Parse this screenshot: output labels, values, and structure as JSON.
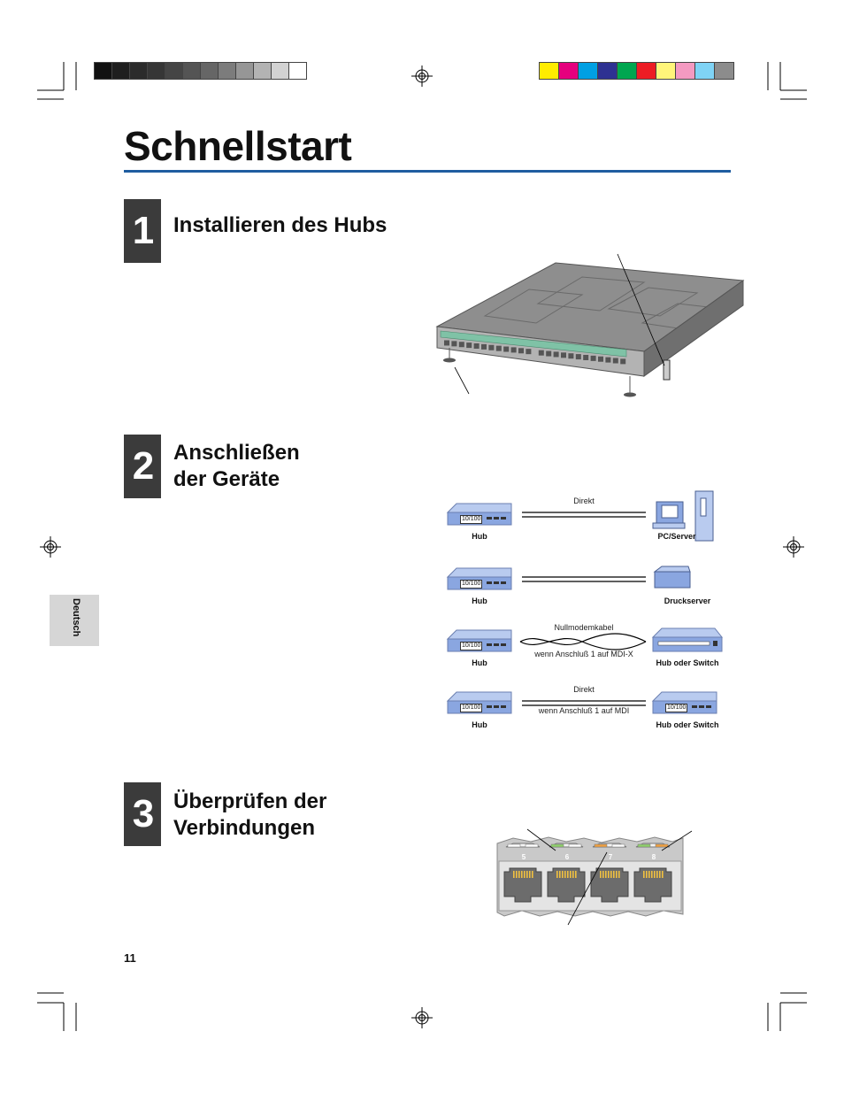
{
  "page": {
    "title": "Schnellstart",
    "page_number": "11",
    "language_tab": "Deutsch"
  },
  "colors": {
    "rule": "#1f5da0",
    "step_box": "#3b3b3b",
    "gray_bar": [
      "#111111",
      "#1e1e1e",
      "#2b2b2b",
      "#363636",
      "#454545",
      "#545454",
      "#666666",
      "#7c7c7c",
      "#969696",
      "#b3b3b3",
      "#d2d2d2",
      "#ffffff"
    ],
    "color_bar": [
      "#ffec00",
      "#e6007e",
      "#00a0e3",
      "#2e3192",
      "#00a650",
      "#ed1c24",
      "#fff57a",
      "#f49ac1",
      "#7fd3f5",
      "#8c8c8c"
    ]
  },
  "steps": [
    {
      "number": "1",
      "title": "Installieren des Hubs"
    },
    {
      "number": "2",
      "title": "Anschließen\nder Geräte"
    },
    {
      "number": "3",
      "title": "Überprüfen der\nVerbindungen"
    }
  ],
  "connections": [
    {
      "left_label": "Hub",
      "right_label": "PC/Server",
      "cable_top": "Direkt",
      "cable_bottom": "",
      "badge": "10/100"
    },
    {
      "left_label": "Hub",
      "right_label": "Druckserver",
      "cable_top": "",
      "cable_bottom": "",
      "badge": "10/100"
    },
    {
      "left_label": "Hub",
      "right_label": "Hub oder Switch",
      "cable_top": "Nullmodemkabel",
      "cable_bottom": "wenn Anschluß 1 auf MDI-X",
      "badge": "10/100"
    },
    {
      "left_label": "Hub",
      "right_label": "Hub oder Switch",
      "cable_top": "Direkt",
      "cable_bottom": "wenn Anschluß 1 auf MDI",
      "badge": "10/100",
      "right_badge": "10/100"
    }
  ],
  "ports": [
    "5",
    "6",
    "7",
    "8"
  ]
}
